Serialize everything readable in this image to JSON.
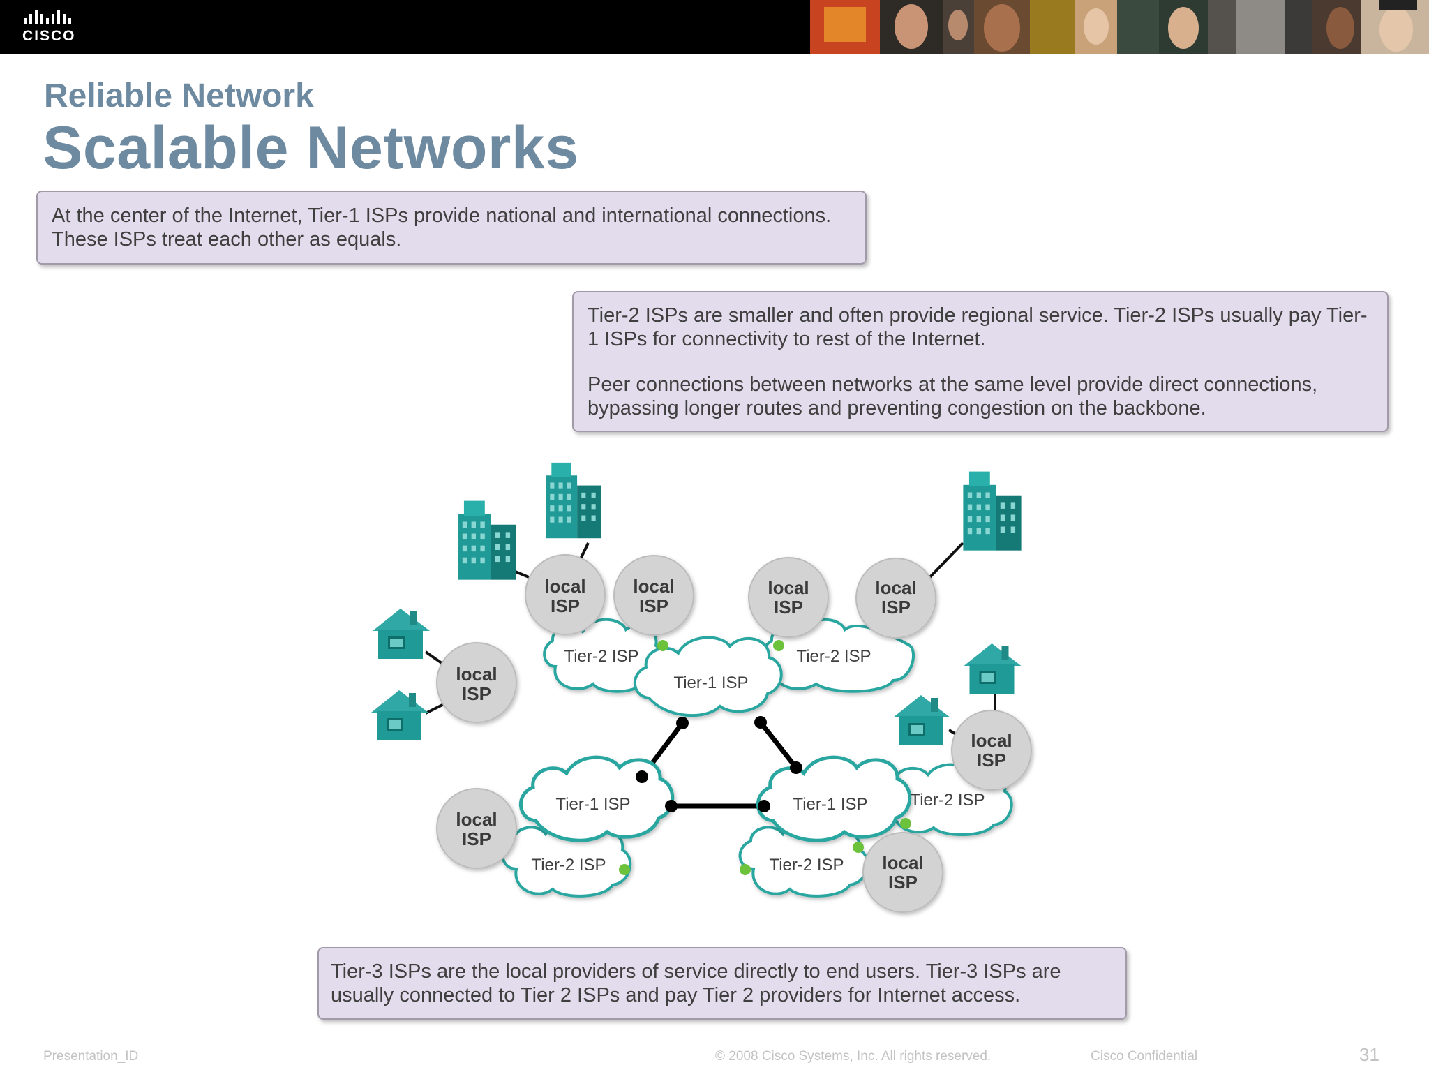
{
  "header": {
    "logo_text": "CISCO",
    "icons": [
      "cisco-bridge-logo-icon",
      "people-photo-strip"
    ]
  },
  "slide": {
    "subtitle": "Reliable Network",
    "title": "Scalable Networks"
  },
  "callouts": {
    "tier1": "At the center of the Internet, Tier-1 ISPs provide national and international connections. These ISPs treat each other as equals.",
    "tier2_p1": "Tier-2 ISPs are smaller and often provide regional service. Tier-2 ISPs usually pay Tier-1 ISPs for connectivity to rest of the Internet.",
    "tier2_p2": "Peer connections between networks at the same level provide direct connections, bypassing longer routes and preventing congestion on the backbone.",
    "tier3": "Tier-3 ISPs are the local providers of service directly to end users. Tier-3 ISPs are usually connected to Tier 2 ISPs and pay Tier 2 providers for Internet access."
  },
  "diagram": {
    "tier1_label": "Tier-1 ISP",
    "tier2_label": "Tier-2 ISP",
    "local_line1": "local",
    "local_line2": "ISP",
    "colors": {
      "cloud_stroke": "#2aa6a0",
      "cloud_fill": "#ffffff",
      "local_fill": "#d3d3d3",
      "peer_dot": "#6cc23a",
      "building": "#1f9a96",
      "house": "#2fa8a6"
    }
  },
  "footer": {
    "presentation_id": "Presentation_ID",
    "copyright": "© 2008 Cisco Systems, Inc. All rights reserved.",
    "confidential": "Cisco Confidential",
    "page_number": "31"
  }
}
